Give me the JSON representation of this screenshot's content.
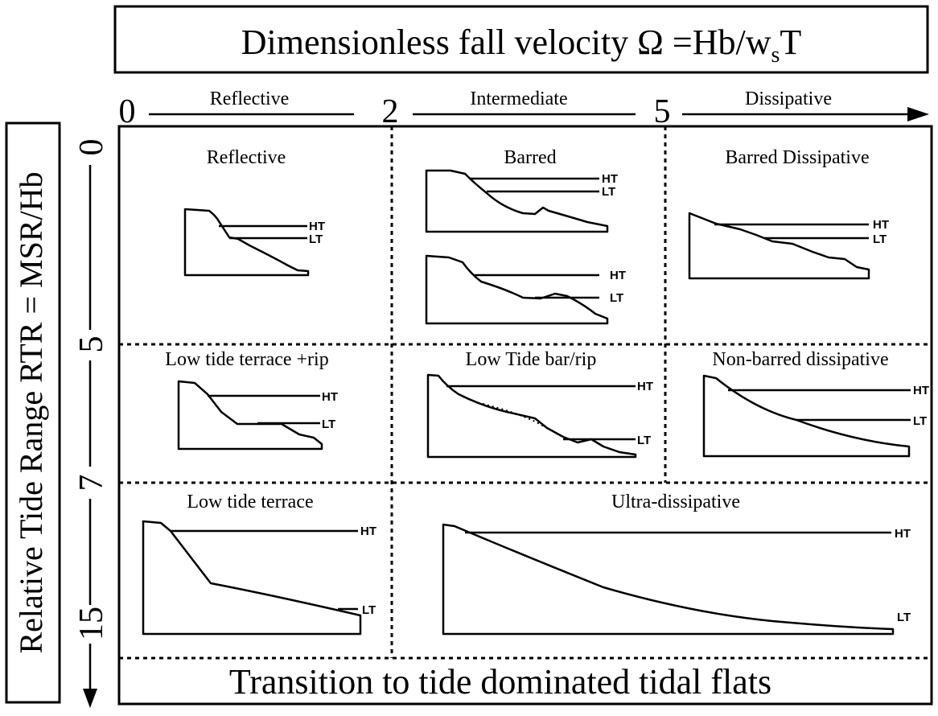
{
  "title": {
    "main": "Dimensionless fall velocity Ω =Hb/w",
    "subscript": "s",
    "tail": "T"
  },
  "x_axis": {
    "ticks": [
      "0",
      "2",
      "5"
    ],
    "segment_labels": [
      "Reflective",
      "Intermediate",
      "Dissipative"
    ]
  },
  "y_axis": {
    "label": "Relative Tide Range RTR = MSR/Hb",
    "ticks": [
      "0",
      "5",
      "7",
      "15"
    ]
  },
  "cells": {
    "reflective": "Reflective",
    "barred": "Barred",
    "barred_dissipative": "Barred Dissipative",
    "ltt_rip": "Low tide terrace +rip",
    "ltbr": "Low Tide bar/rip",
    "non_barred": "Non-barred dissipative",
    "ltt": "Low tide terrace",
    "ultra": "Ultra-dissipative"
  },
  "tide_labels": {
    "high": "HT",
    "low": "LT"
  },
  "footer": "Transition to tide dominated tidal flats"
}
